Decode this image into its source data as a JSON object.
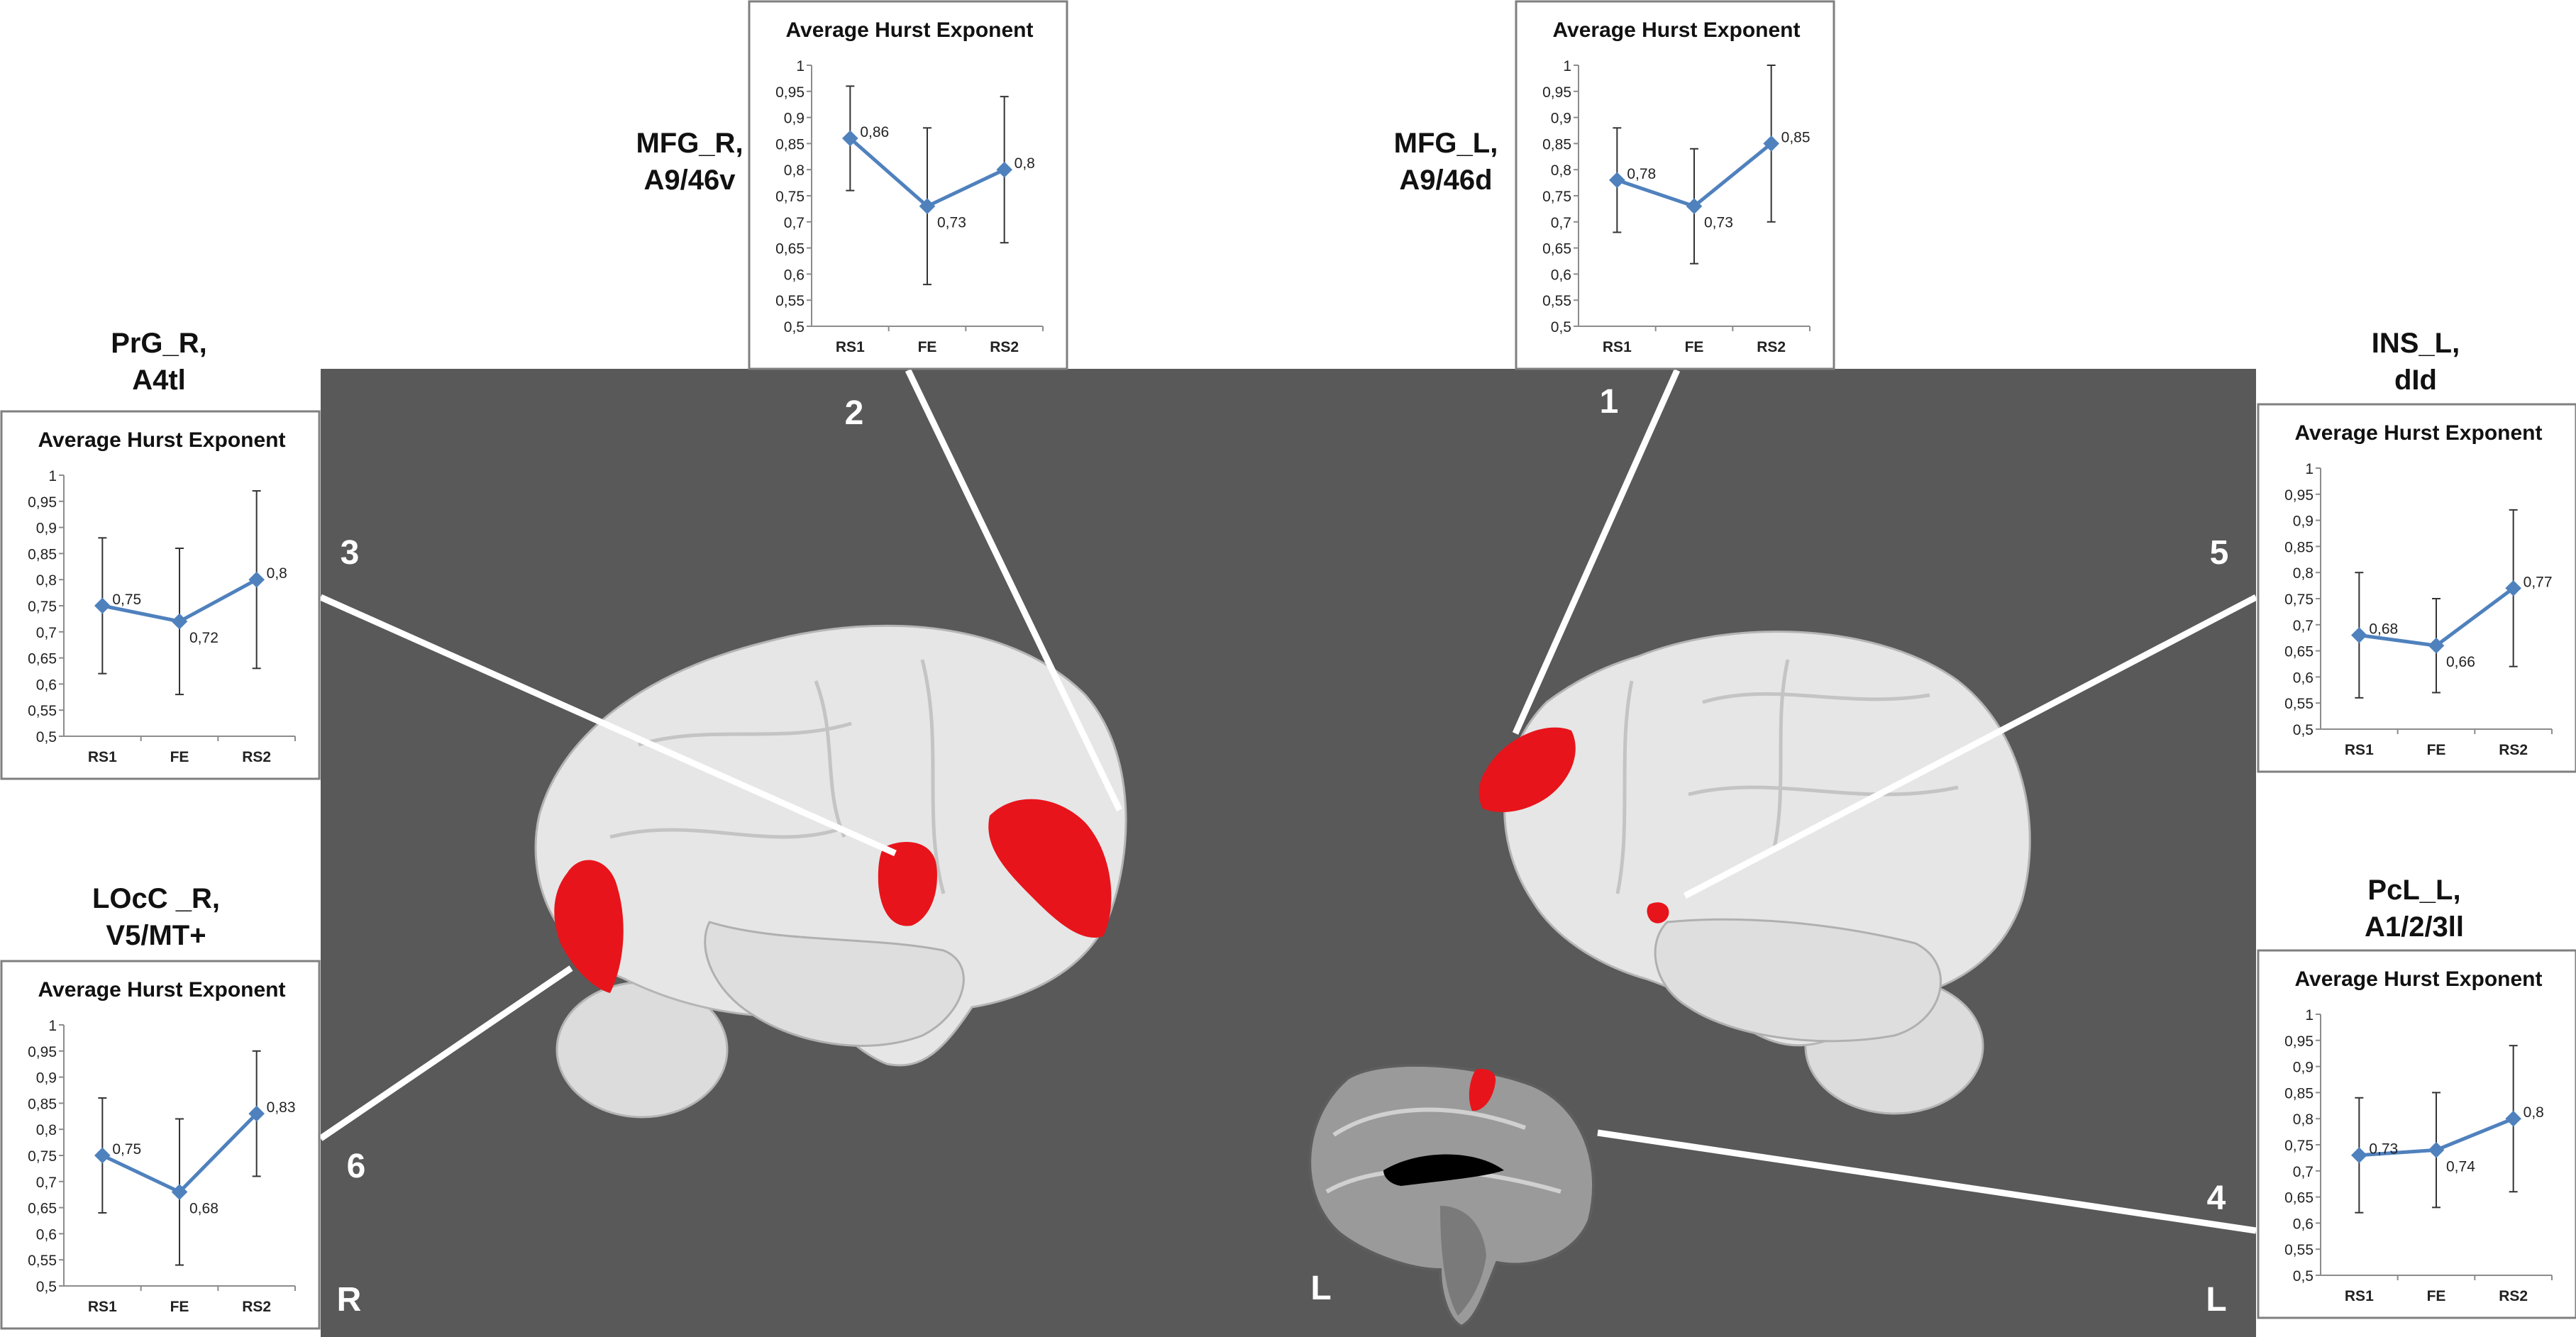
{
  "figure": {
    "hemisphere_right_label": "R",
    "hemisphere_left_label": "L",
    "medial_view_label": "L",
    "colors": {
      "background": "#ffffff",
      "panel": "#595959",
      "brain": "#e6e6e6",
      "activation": "#e8141b",
      "series": "#4f81bd",
      "connector": "#ffffff"
    }
  },
  "regions": [
    {
      "id": "1",
      "name": "MFG_L,",
      "subname": "A9/46d"
    },
    {
      "id": "2",
      "name": "MFG_R,",
      "subname": "A9/46v"
    },
    {
      "id": "3",
      "name": "PrG_R,",
      "subname": "A4tl"
    },
    {
      "id": "4",
      "name": "PcL_L,",
      "subname": "A1/2/3ll"
    },
    {
      "id": "5",
      "name": "INS_L,",
      "subname": "dId"
    },
    {
      "id": "6",
      "name": "LOcC _R,",
      "subname": "V5/MT+"
    }
  ],
  "chart_data": [
    {
      "type": "line",
      "title": "Average Hurst Exponent",
      "region": "MFG_R, A9/46v",
      "categories": [
        "RS1",
        "FE",
        "RS2"
      ],
      "values": [
        0.86,
        0.73,
        0.8
      ],
      "value_labels": [
        "0,86",
        "0,73",
        "0,8"
      ],
      "error_low": [
        0.76,
        0.58,
        0.66
      ],
      "error_high": [
        0.96,
        0.88,
        0.94
      ],
      "ylim": [
        0.5,
        1.0
      ],
      "yticks": [
        "0,5",
        "0,55",
        "0,6",
        "0,65",
        "0,7",
        "0,75",
        "0,8",
        "0,85",
        "0,9",
        "0,95",
        "1"
      ]
    },
    {
      "type": "line",
      "title": "Average Hurst Exponent",
      "region": "MFG_L, A9/46d",
      "categories": [
        "RS1",
        "FE",
        "RS2"
      ],
      "values": [
        0.78,
        0.73,
        0.85
      ],
      "value_labels": [
        "0,78",
        "0,73",
        "0,85"
      ],
      "error_low": [
        0.68,
        0.62,
        0.7
      ],
      "error_high": [
        0.88,
        0.84,
        1.0
      ],
      "ylim": [
        0.5,
        1.0
      ],
      "yticks": [
        "0,5",
        "0,55",
        "0,6",
        "0,65",
        "0,7",
        "0,75",
        "0,8",
        "0,85",
        "0,9",
        "0,95",
        "1"
      ]
    },
    {
      "type": "line",
      "title": "Average Hurst Exponent",
      "region": "PrG_R, A4tl",
      "categories": [
        "RS1",
        "FE",
        "RS2"
      ],
      "values": [
        0.75,
        0.72,
        0.8
      ],
      "value_labels": [
        "0,75",
        "0,72",
        "0,8"
      ],
      "error_low": [
        0.62,
        0.58,
        0.63
      ],
      "error_high": [
        0.88,
        0.86,
        0.97
      ],
      "ylim": [
        0.5,
        1.0
      ],
      "yticks": [
        "0,5",
        "0,55",
        "0,6",
        "0,65",
        "0,7",
        "0,75",
        "0,8",
        "0,85",
        "0,9",
        "0,95",
        "1"
      ]
    },
    {
      "type": "line",
      "title": "Average Hurst Exponent",
      "region": "LOcC _R, V5/MT+",
      "categories": [
        "RS1",
        "FE",
        "RS2"
      ],
      "values": [
        0.75,
        0.68,
        0.83
      ],
      "value_labels": [
        "0,75",
        "0,68",
        "0,83"
      ],
      "error_low": [
        0.64,
        0.54,
        0.71
      ],
      "error_high": [
        0.86,
        0.82,
        0.95
      ],
      "ylim": [
        0.5,
        1.0
      ],
      "yticks": [
        "0,5",
        "0,55",
        "0,6",
        "0,65",
        "0,7",
        "0,75",
        "0,8",
        "0,85",
        "0,9",
        "0,95",
        "1"
      ]
    },
    {
      "type": "line",
      "title": "Average Hurst Exponent",
      "region": "INS_L, dId",
      "categories": [
        "RS1",
        "FE",
        "RS2"
      ],
      "values": [
        0.68,
        0.66,
        0.77
      ],
      "value_labels": [
        "0,68",
        "0,66",
        "0,77"
      ],
      "error_low": [
        0.56,
        0.57,
        0.62
      ],
      "error_high": [
        0.8,
        0.75,
        0.92
      ],
      "ylim": [
        0.5,
        1.0
      ],
      "yticks": [
        "0,5",
        "0,55",
        "0,6",
        "0,65",
        "0,7",
        "0,75",
        "0,8",
        "0,85",
        "0,9",
        "0,95",
        "1"
      ]
    },
    {
      "type": "line",
      "title": "Average Hurst Exponent",
      "region": "PcL_L, A1/2/3ll",
      "categories": [
        "RS1",
        "FE",
        "RS2"
      ],
      "values": [
        0.73,
        0.74,
        0.8
      ],
      "value_labels": [
        "0,73",
        "0,74",
        "0,8"
      ],
      "error_low": [
        0.62,
        0.63,
        0.66
      ],
      "error_high": [
        0.84,
        0.85,
        0.94
      ],
      "ylim": [
        0.5,
        1.0
      ],
      "yticks": [
        "0,5",
        "0,55",
        "0,6",
        "0,65",
        "0,7",
        "0,75",
        "0,8",
        "0,85",
        "0,9",
        "0,95",
        "1"
      ]
    }
  ]
}
